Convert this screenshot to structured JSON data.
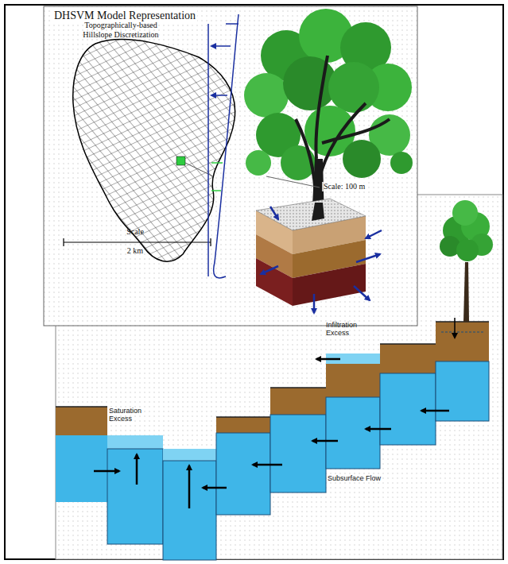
{
  "diagram": {
    "title": "DHSVM Model Representation",
    "labels": [
      "Topographically-based Hillslope Discretization",
      "Scale",
      "2 km",
      "Scale: 100 m",
      "Infiltration Excess",
      "Saturation Excess",
      "Subsurface Flow"
    ]
  }
}
